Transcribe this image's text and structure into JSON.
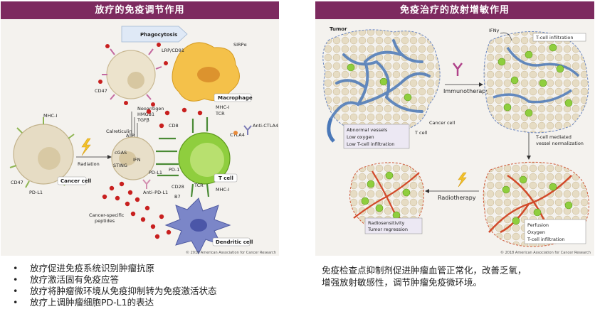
{
  "left": {
    "title": "放疗的免疫调节作用",
    "labels": {
      "phagocytosis": "Phagocytosis",
      "lrp_cd91": "LRP/CD91",
      "sirpa": "SIRPα",
      "cd47_top": "CD47",
      "macrophage": "Macrophage",
      "neoantigen": "Neoantigen",
      "hmgb1": "HMGB1",
      "tgfb": "TGFβ",
      "mhc1_top": "MHC-I",
      "tcr_top": "TCR",
      "mhc1_left": "MHC-I",
      "calreticulin": "Calreticulin",
      "atp": "ATP",
      "cd8": "CD8",
      "anti_ctla4": "Anti-CTLA4",
      "ctla4": "CTLA4",
      "radiation": "Radiation",
      "cgas": "cGAS",
      "sting": "STING",
      "ifn": "IFN",
      "pd1": "PD-1",
      "t_cell": "T cell",
      "cd47_left": "CD47",
      "pdl1_left": "PD-L1",
      "cancer_cell": "Cancer cell",
      "pdl1_mid": "PD-L1",
      "anti_pdl1": "Anti–PD-L1",
      "cd28": "CD28",
      "b7": "B7",
      "tcr_bottom": "TCR",
      "mhc1_bottom": "MHC-I",
      "cancer_specific_peptides_1": "Cancer-specific",
      "cancer_specific_peptides_2": "peptides",
      "dendritic_cell": "Dendritic cell",
      "copyright": "© 2018 American Association for Cancer Research"
    }
  },
  "right": {
    "title": "免疫治疗的放射增敏作用",
    "labels": {
      "tumor": "Tumor",
      "ifng": "IFNγ",
      "t_cell_infiltration": "T-cell infiltration",
      "immunotherapy": "Immunotherapy",
      "cancer_cell": "Cancer cell",
      "t_cell": "T cell",
      "abnormal_vessels": "Abnormal vessels",
      "low_oxygen": "Low oxygen",
      "low_t_cell": "Low T-cell infiltration",
      "tcell_mediated_1": "T-cell mediated",
      "tcell_mediated_2": "vessel normalization",
      "radiotherapy": "Radiotherapy",
      "radiosensitivity": "Radiosensitivity",
      "tumor_regression": "Tumor regression",
      "perfusion": "Perfusion",
      "oxygen": "Oxygen",
      "t_cell_infiltration2": "T-cell infiltration",
      "copyright": "© 2018 American Association for Cancer Research"
    }
  },
  "bullets": [
    "放疗促进免疫系统识别肿瘤抗原",
    "放疗激活固有免疫应答",
    "放疗将肿瘤微环境从免疫抑制转为免疫激活状态",
    "放疗上调肿瘤细胞PD-L1的表达"
  ],
  "summary": [
    "免疫检查点抑制剂促进肿瘤血管正常化，改善乏氧，",
    "增强放射敏感性，调节肿瘤免疫微环境。"
  ],
  "colors": {
    "title_bar": "#7d2a5f",
    "cancer_cell": "#e6dcc4",
    "t_cell": "#8fce3e",
    "macrophage": "#f4c14a",
    "dendritic_cell": "#7b86c8",
    "particle": "#c8201f",
    "vessel_abnormal": "#4a78b8",
    "vessel_normal": "#d24a2a",
    "label_box": "#ece8f3"
  }
}
